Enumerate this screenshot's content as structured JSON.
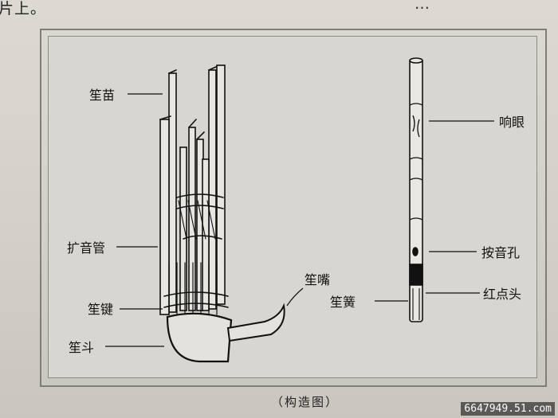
{
  "page": {
    "top_text_left": "片上。",
    "top_text_right": "…",
    "caption": "（构造图）",
    "watermark": "6647949.51.com"
  },
  "labels": {
    "sheng_miao": "笙苗",
    "kuo_yin_guan": "扩音管",
    "sheng_jian": "笙键",
    "sheng_dou": "笙斗",
    "sheng_zui": "笙嘴",
    "xiang_yan": "响眼",
    "an_yin_kong": "按音孔",
    "sheng_huang": "笙簧",
    "hong_dian_tou": "红点头"
  },
  "colors": {
    "ink": "#111111",
    "paper": "#d8d6d0"
  }
}
